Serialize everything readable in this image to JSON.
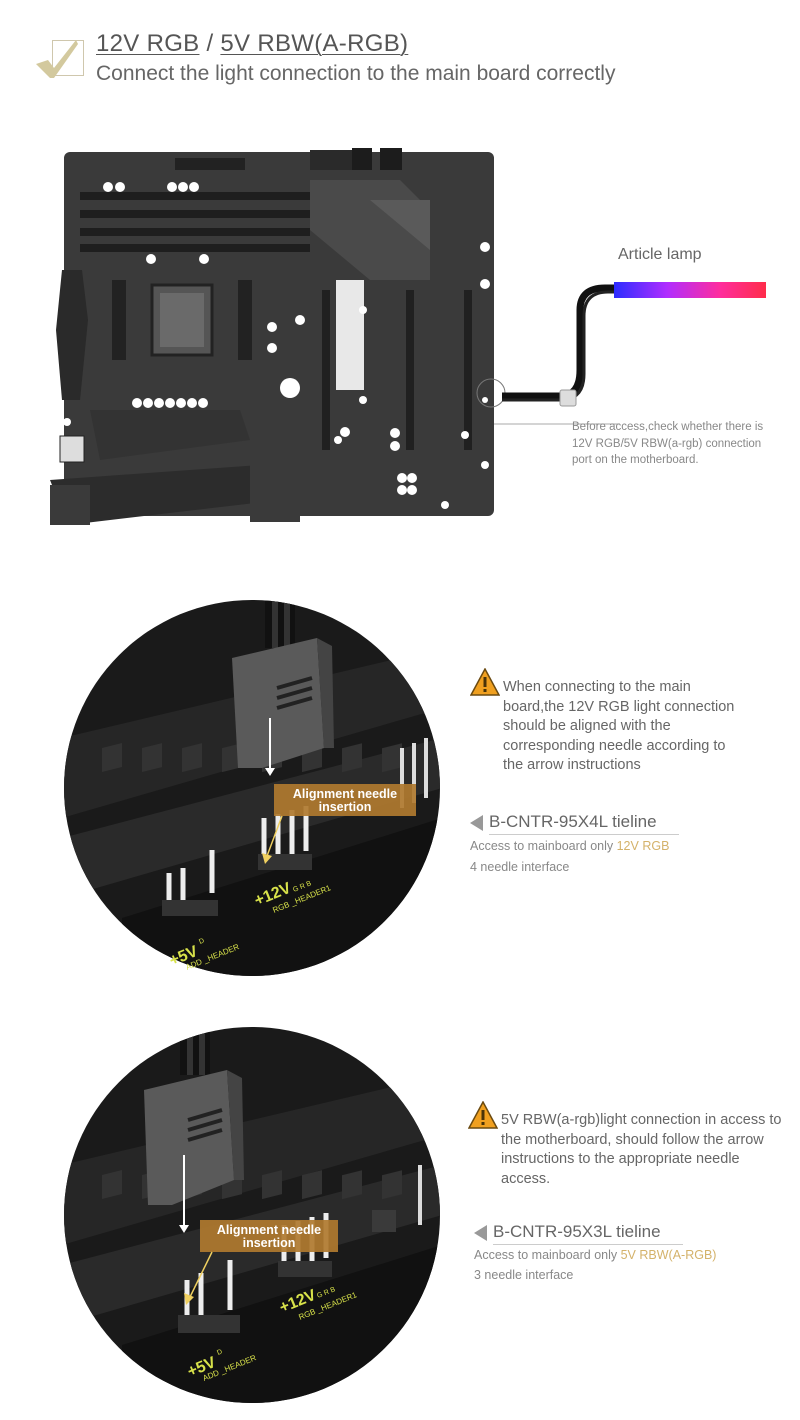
{
  "header": {
    "title_part1": "12V RGB",
    "title_sep": " / ",
    "title_part2": "5V RBW(A-RGB)",
    "subtitle": "Connect the light connection to the main board correctly"
  },
  "diagram": {
    "lamp_label": "Article lamp",
    "lamp_note": "Before access,check whether there is 12V RGB/5V RBW(a-rgb) connection port on the motherboard."
  },
  "section1": {
    "callout": "Alignment needle insertion",
    "callout_line1": "Alignment needle",
    "callout_line2": "insertion",
    "header_label_5v": "+5V",
    "header_label_12v": "+12V",
    "header_name_add": "ADD _HEADER",
    "header_name_rgb": "RGB _HEADER1",
    "pin_letters": "G R B",
    "pin_d": "D",
    "warning": "When connecting to the main board,the 12V RGB light connection should be aligned with the corresponding needle according to the arrow instructions",
    "model": "B-CNTR-95X4L tieline",
    "access_prefix": "Access to mainboard only ",
    "access_highlight": "12V RGB",
    "needle": "4 needle interface"
  },
  "section2": {
    "callout_line1": "Alignment needle",
    "callout_line2": "insertion",
    "header_label_5v": "+5V",
    "header_label_12v": "+12V",
    "header_name_add": "ADD _HEADER",
    "header_name_rgb": "RGB _HEADER1",
    "pin_letters": "G R B",
    "pin_d": "D",
    "warning": "5V RBW(a-rgb)light connection in access to the motherboard, should follow the arrow instructions to the appropriate needle access.",
    "model": "B-CNTR-95X3L tieline",
    "access_prefix": "Access to mainboard only ",
    "access_highlight": "5V RBW(A-RGB)",
    "needle": "3 needle interface"
  },
  "colors": {
    "accent_gold": "#d4b26a",
    "warning_orange": "#f0a020",
    "header_label_yellow": "#d8e24a",
    "board_dark": "#2e2e2e",
    "callout_bg": "#b0792f"
  },
  "icons": [
    "checkmark-icon",
    "warning-icon",
    "arrow-left-icon"
  ]
}
